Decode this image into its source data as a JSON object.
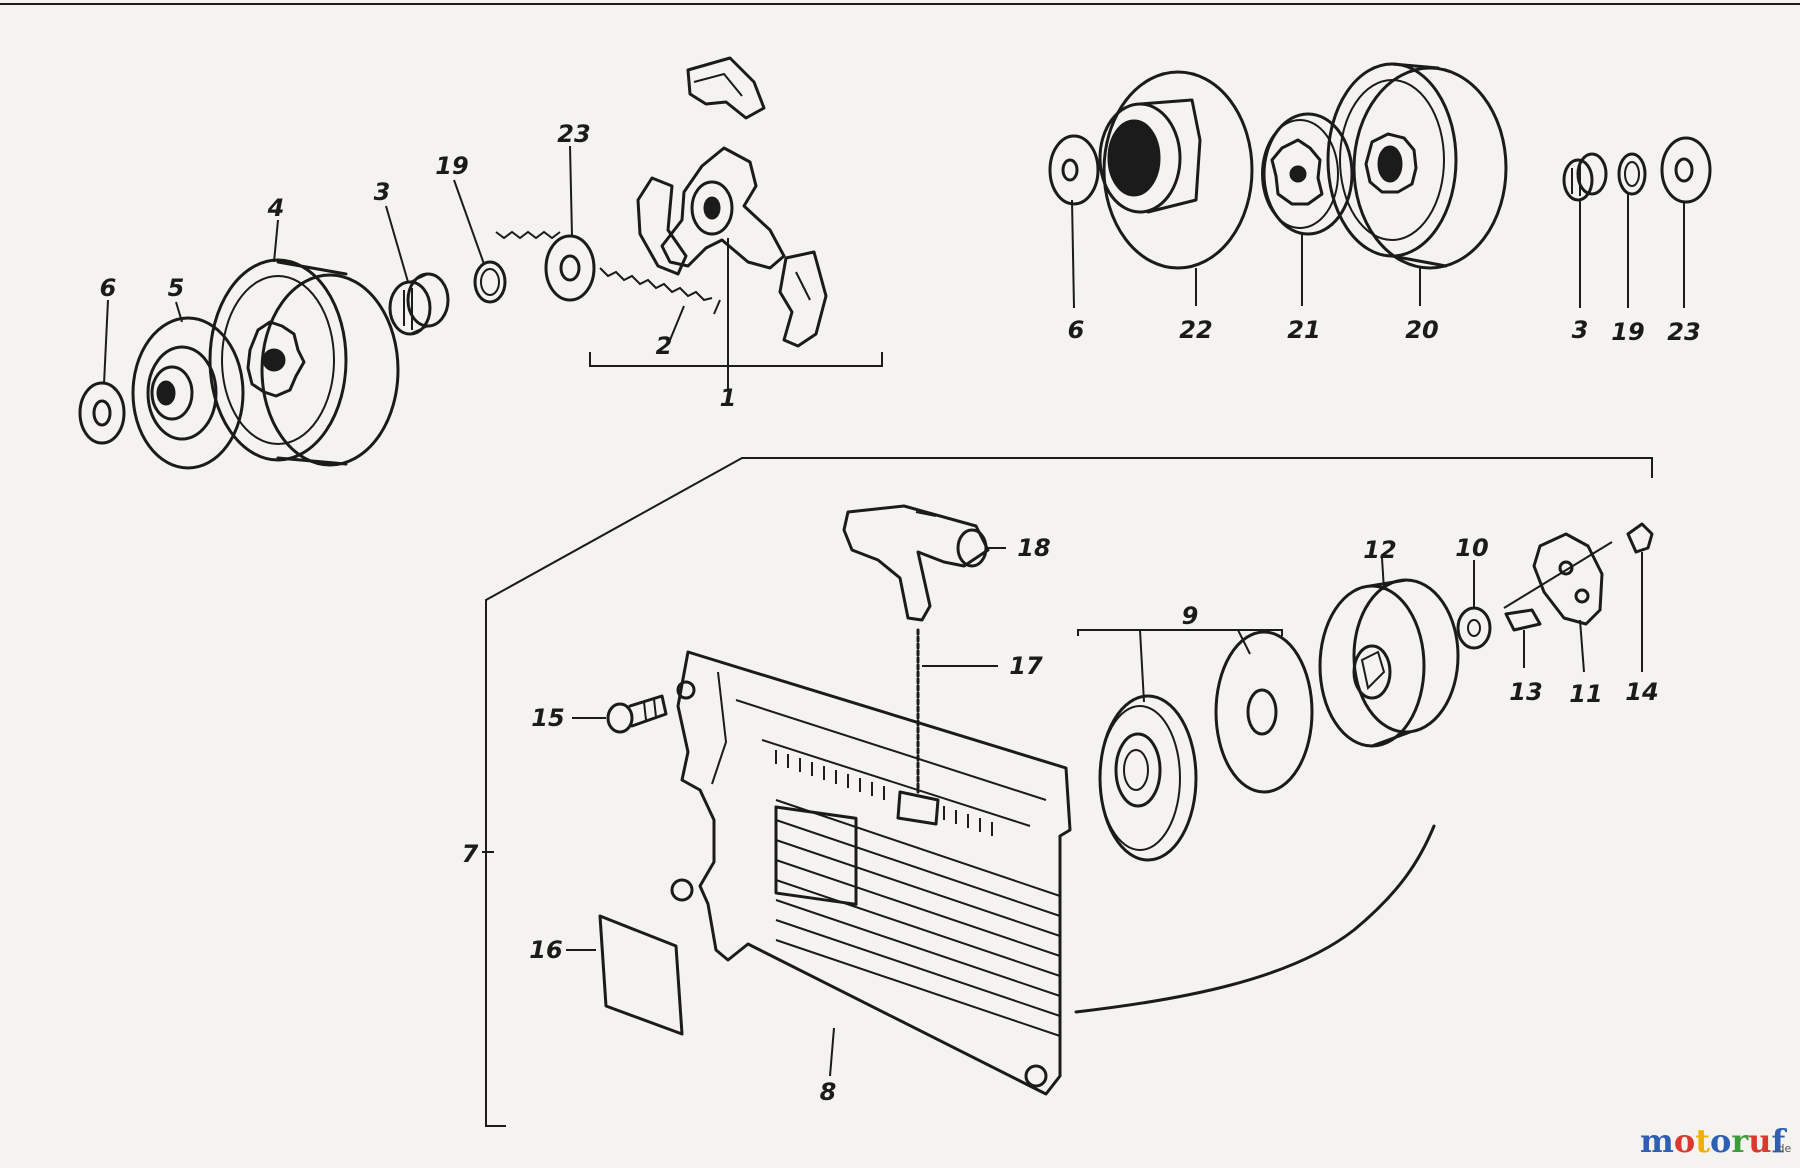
{
  "callouts": {
    "c1": "1",
    "c2": "2",
    "c3a": "3",
    "c4": "4",
    "c5": "5",
    "c6a": "6",
    "c19a": "19",
    "c23a": "23",
    "c6b": "6",
    "c22": "22",
    "c21": "21",
    "c20": "20",
    "c3b": "3",
    "c19b": "19",
    "c23b": "23",
    "c7": "7",
    "c8": "8",
    "c9": "9",
    "c10": "10",
    "c11": "11",
    "c12": "12",
    "c13": "13",
    "c14": "14",
    "c15": "15",
    "c16": "16",
    "c17": "17",
    "c18": "18"
  },
  "watermark": {
    "letters": [
      "m",
      "o",
      "t",
      "o",
      "r",
      "u",
      "f"
    ],
    "colors": [
      "#2f5fb3",
      "#d83a2f",
      "#f0b000",
      "#2f5fb3",
      "#3b9c3b",
      "#d83a2f",
      "#2f5fb3"
    ],
    "suffix": ".de"
  }
}
